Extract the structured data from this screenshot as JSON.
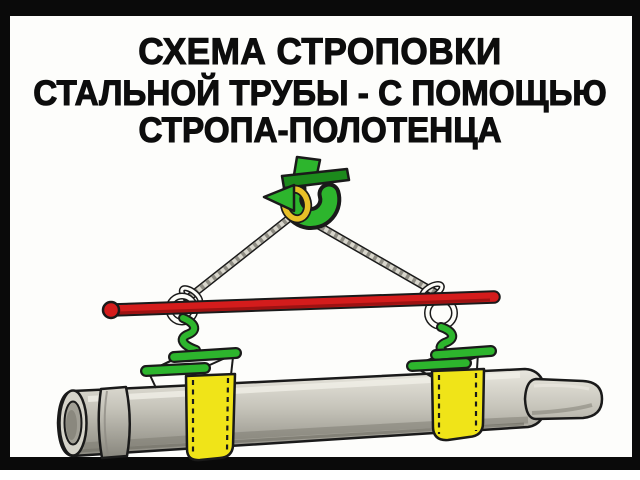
{
  "poster": {
    "title": {
      "line1": "СХЕМА СТРОПОВКИ",
      "line2": "СТАЛЬНОЙ ТРУБЫ - С ПОМОЩЬЮ",
      "line3": "СТРОПА-ПОЛОТЕНЦА"
    }
  },
  "colors": {
    "frame": "#0a0a0a",
    "background": "#fdfdfb",
    "title_text": "#0d0d0d",
    "hook_green": "#2db52d",
    "hook_green_dark": "#1c8a1c",
    "ring_gold": "#e8c028",
    "traverse_red": "#d41c1c",
    "traverse_red_dark": "#8f1010",
    "cable_light": "#d8d6cc",
    "cable_dark": "#8f8d84",
    "white_rope": "#fcfcf8",
    "strap_yellow": "#f0e418",
    "pipe_light": "#edebe3",
    "pipe_mid": "#c6c4ba",
    "pipe_dark": "#85837a",
    "pipe_face": "#d5d3c9",
    "pipe_bore": "#a19f95",
    "outline": "#1a1a1a"
  },
  "diagram": {
    "components": [
      "crane-hook-icon",
      "hook-ring-icon",
      "sling-cable-icon",
      "traverse-bar-icon",
      "rope-loop-icon",
      "s-hook-icon",
      "spreader-beam-icon",
      "towel-sling-strap-icon",
      "steel-pipe-icon"
    ]
  }
}
